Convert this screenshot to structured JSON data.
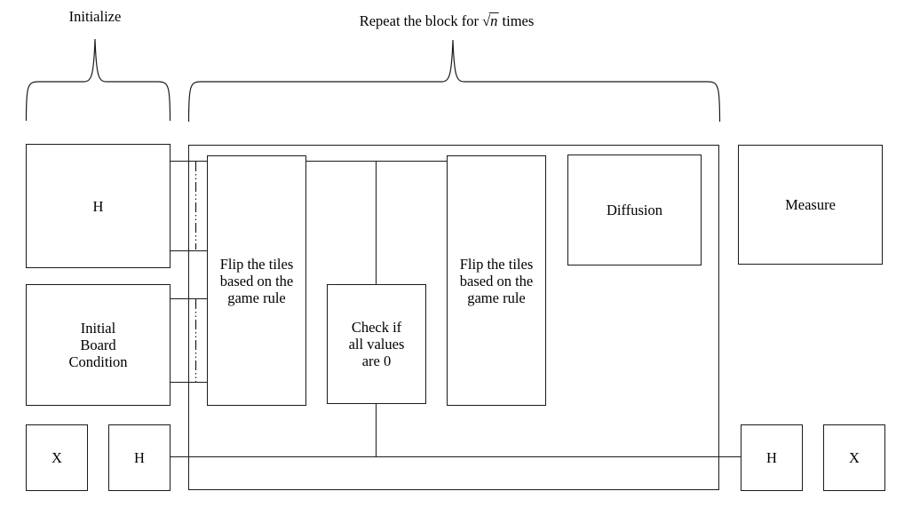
{
  "labels": {
    "initialize": "Initialize",
    "repeat_prefix": "Repeat the block for ",
    "repeat_radical": "√",
    "repeat_radicand": "n",
    "repeat_suffix": " times"
  },
  "boxes": {
    "hadamard_top": "H",
    "initial_board": "Initial\nBoard\nCondition",
    "x_bottom_left": "X",
    "hadamard_bottom_left": "H",
    "flip_tiles_1": "Flip the tiles\nbased on the\ngame rule",
    "check_zero": "Check if\nall values\nare 0",
    "flip_tiles_2": "Flip the tiles\nbased on the\ngame rule",
    "diffusion": "Diffusion",
    "measure": "Measure",
    "hadamard_bottom_right": "H",
    "x_bottom_right": "X"
  },
  "colors": {
    "line": "#1a1a1a",
    "background": "#ffffff",
    "text": "#000000"
  }
}
